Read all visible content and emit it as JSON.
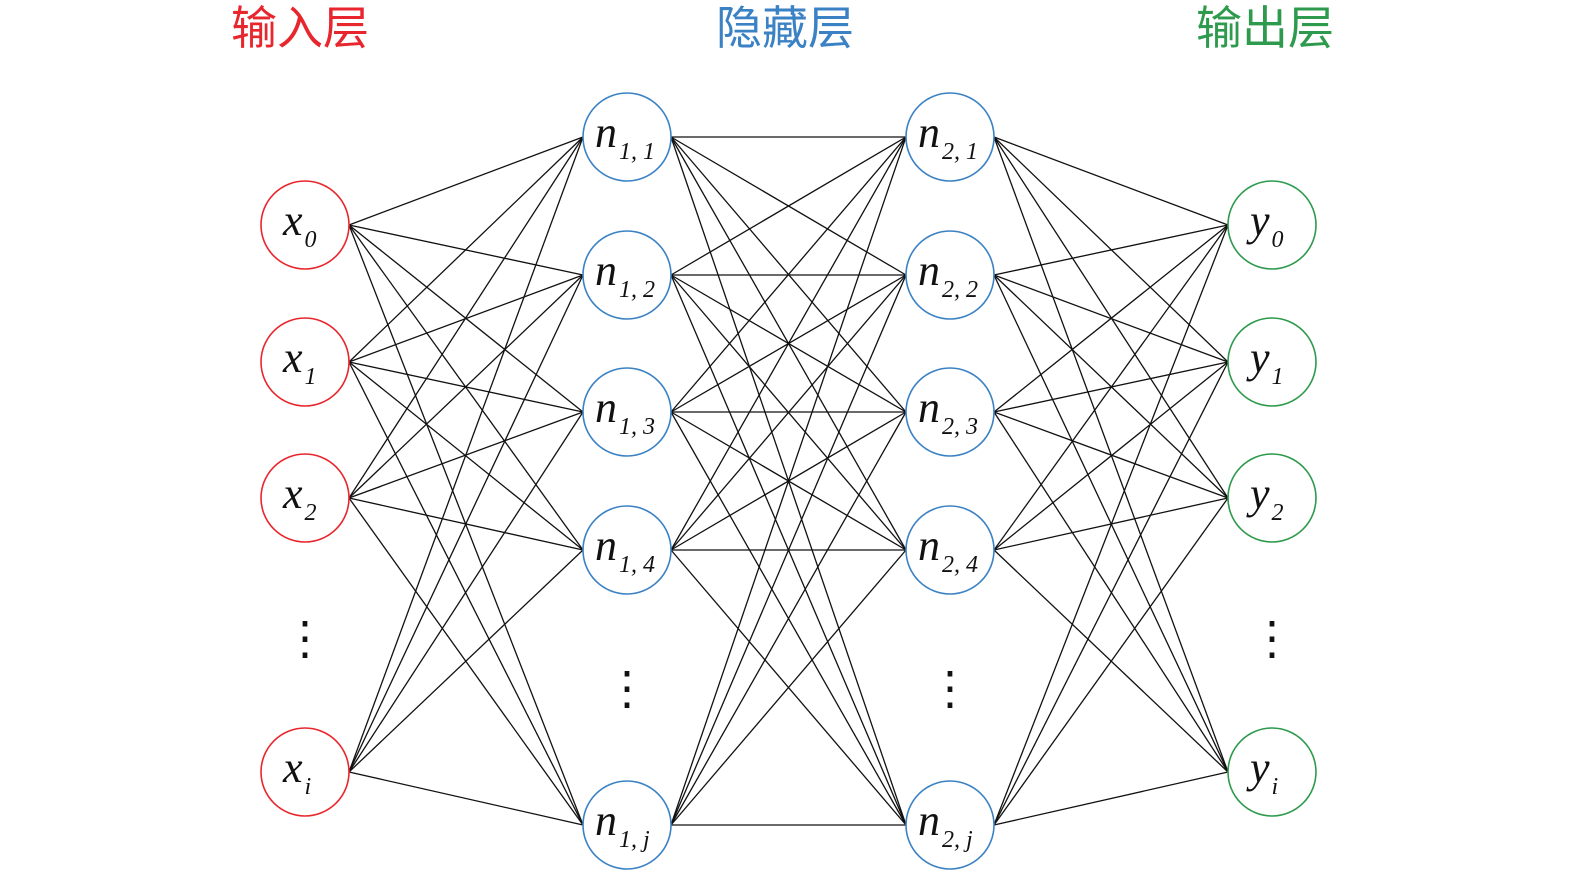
{
  "titles": {
    "input": "输入层",
    "hidden": "隐藏层",
    "output": "输出层"
  },
  "colors": {
    "input": "#e8262d",
    "hidden": "#3b82c4",
    "output": "#2e9a4e",
    "edge": "#111111"
  },
  "ellipsis": "⋮",
  "layers": [
    {
      "id": "input",
      "color_key": "input",
      "nodes": [
        {
          "var": "x",
          "sub": "0"
        },
        {
          "var": "x",
          "sub": "1"
        },
        {
          "var": "x",
          "sub": "2"
        },
        {
          "ellipsis": true
        },
        {
          "var": "x",
          "sub": "i",
          "sub_italic": true
        }
      ]
    },
    {
      "id": "hidden1",
      "color_key": "hidden",
      "nodes": [
        {
          "var": "n",
          "sub": "1, 1"
        },
        {
          "var": "n",
          "sub": "1, 2"
        },
        {
          "var": "n",
          "sub": "1, 3"
        },
        {
          "var": "n",
          "sub": "1, 4"
        },
        {
          "ellipsis": true
        },
        {
          "var": "n",
          "sub": "1, j",
          "sub_italic_tail": true
        }
      ]
    },
    {
      "id": "hidden2",
      "color_key": "hidden",
      "nodes": [
        {
          "var": "n",
          "sub": "2, 1"
        },
        {
          "var": "n",
          "sub": "2, 2"
        },
        {
          "var": "n",
          "sub": "2, 3"
        },
        {
          "var": "n",
          "sub": "2, 4"
        },
        {
          "ellipsis": true
        },
        {
          "var": "n",
          "sub": "2, j",
          "sub_italic_tail": true
        }
      ]
    },
    {
      "id": "output",
      "color_key": "output",
      "nodes": [
        {
          "var": "y",
          "sub": "0"
        },
        {
          "var": "y",
          "sub": "1"
        },
        {
          "var": "y",
          "sub": "2"
        },
        {
          "ellipsis": true
        },
        {
          "var": "y",
          "sub": "i",
          "sub_italic": true
        }
      ]
    }
  ]
}
